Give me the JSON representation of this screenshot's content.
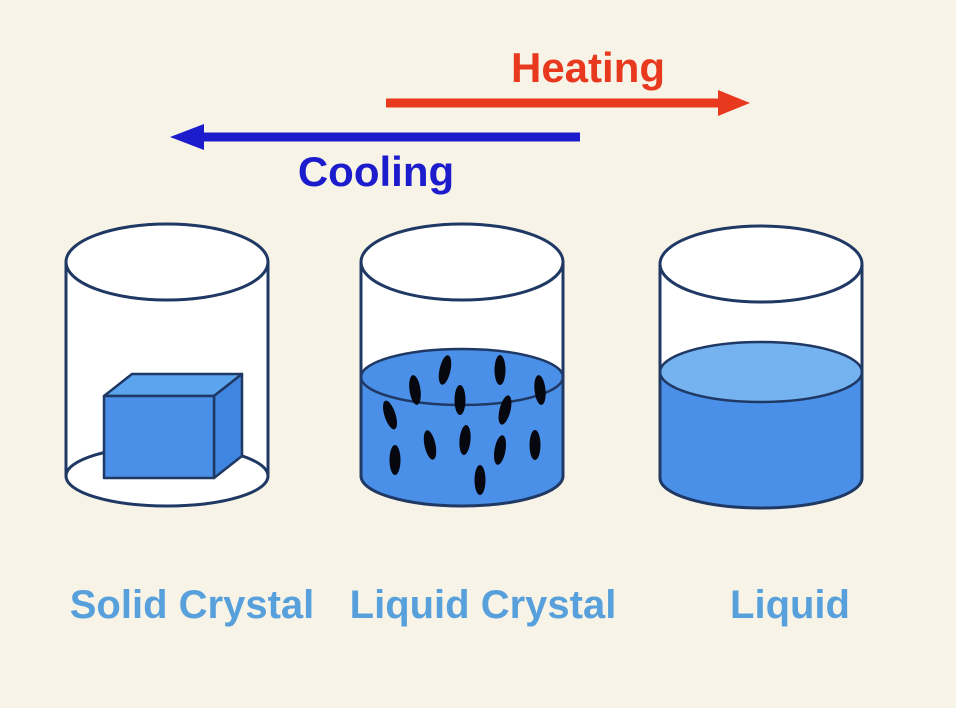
{
  "diagram": {
    "heating_label": "Heating",
    "cooling_label": "Cooling",
    "beakers": [
      {
        "label": "Solid Crystal",
        "state": "solid-crystal",
        "contents": "blue cube on beaker bottom"
      },
      {
        "label": "Liquid Crystal",
        "state": "liquid-crystal",
        "contents": "blue liquid with black rod-like molecules"
      },
      {
        "label": "Liquid",
        "state": "liquid",
        "contents": "blue liquid only"
      }
    ]
  },
  "colors": {
    "background": "#f7f3e7",
    "heating": "#e8391f",
    "cooling": "#1c1ccd",
    "caption": "#58a0dc",
    "outline": "#1f3864",
    "beaker_inner": "#ffffff",
    "liquid": "#4a90e8",
    "liquid_surface": "#74b2f0",
    "cube_front": "#4a90e8",
    "cube_top": "#5ba5ee",
    "cube_side": "#3f86e0",
    "molecule": "#07070f"
  }
}
